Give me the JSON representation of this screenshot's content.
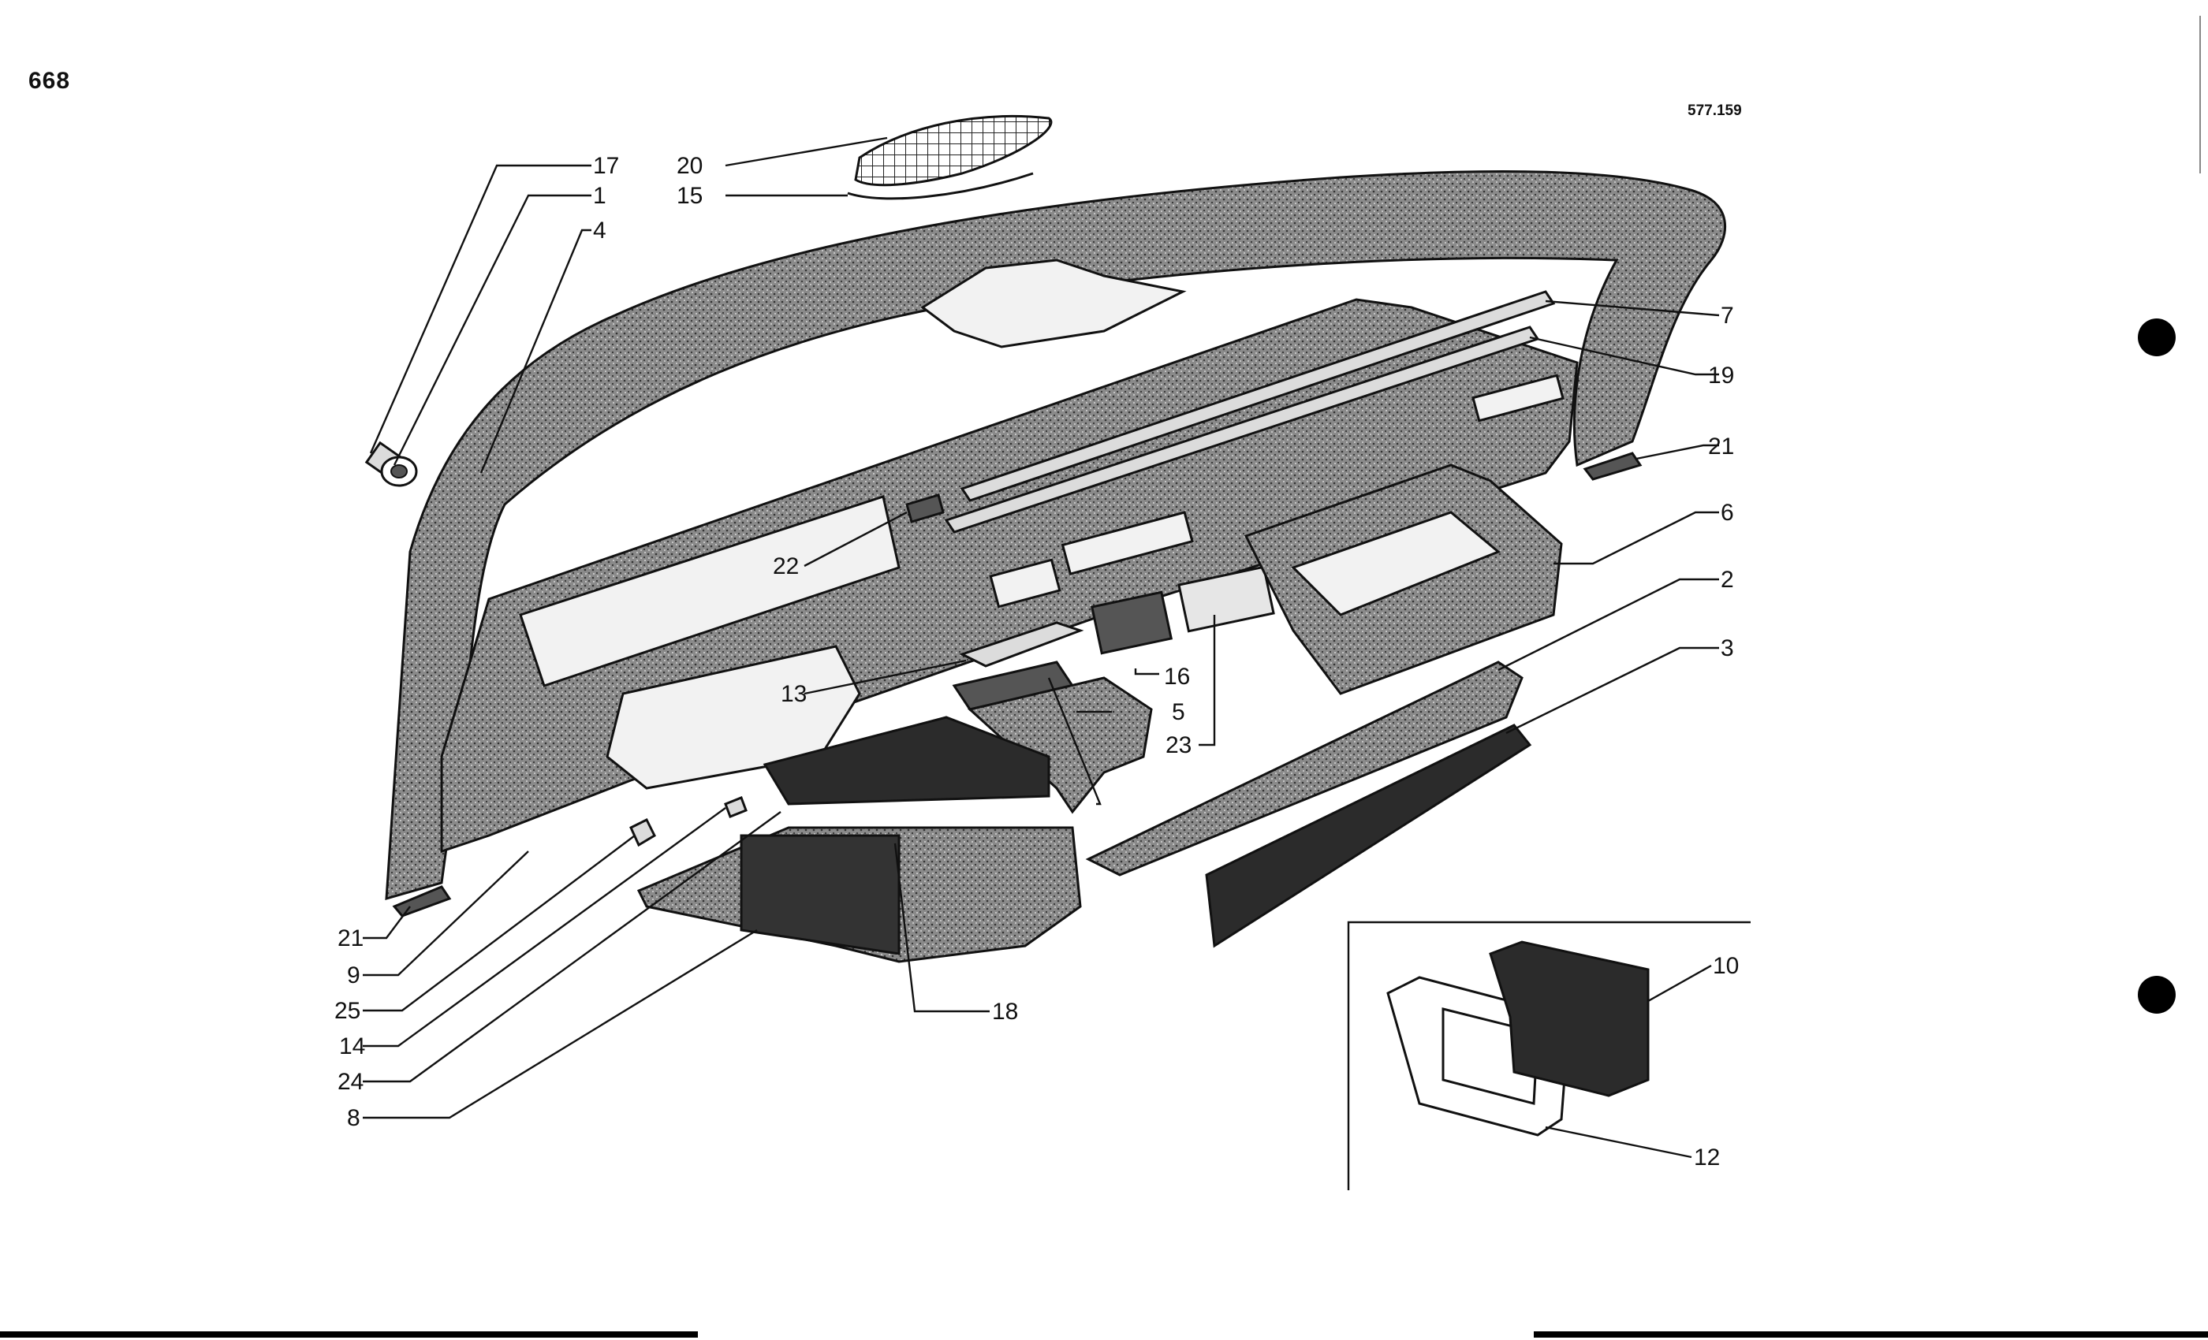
{
  "page_number": "668",
  "drawing_reference": "577.159",
  "callouts": [
    "17",
    "1",
    "4",
    "20",
    "15",
    "7",
    "19",
    "21",
    "6",
    "2",
    "3",
    "22",
    "13",
    "5",
    "16",
    "23",
    "21",
    "9",
    "25",
    "14",
    "24",
    "8",
    "18",
    "10",
    "12"
  ],
  "colors": {
    "ink": "#111111",
    "paper": "#ffffff",
    "stipple": "#5a5a5a",
    "dark_pad": "#2b2b2b"
  }
}
